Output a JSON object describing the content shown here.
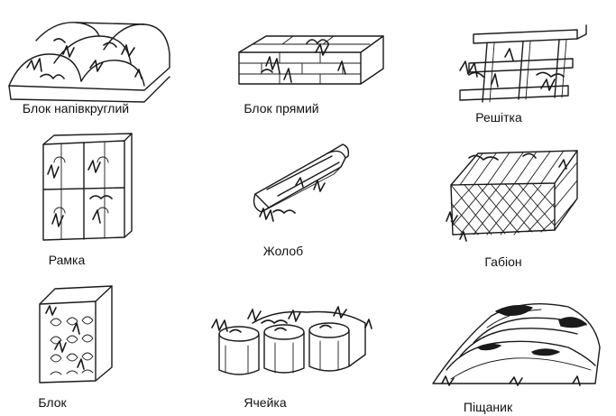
{
  "items": [
    {
      "label": "Блок напівкруглий"
    },
    {
      "label": "Блок прямий"
    },
    {
      "label": "Решітка"
    },
    {
      "label": "Рамка"
    },
    {
      "label": "Жолоб"
    },
    {
      "label": "Габіон"
    },
    {
      "label": "Блок"
    },
    {
      "label": "Ячейка"
    },
    {
      "label": "Піщаник"
    }
  ]
}
